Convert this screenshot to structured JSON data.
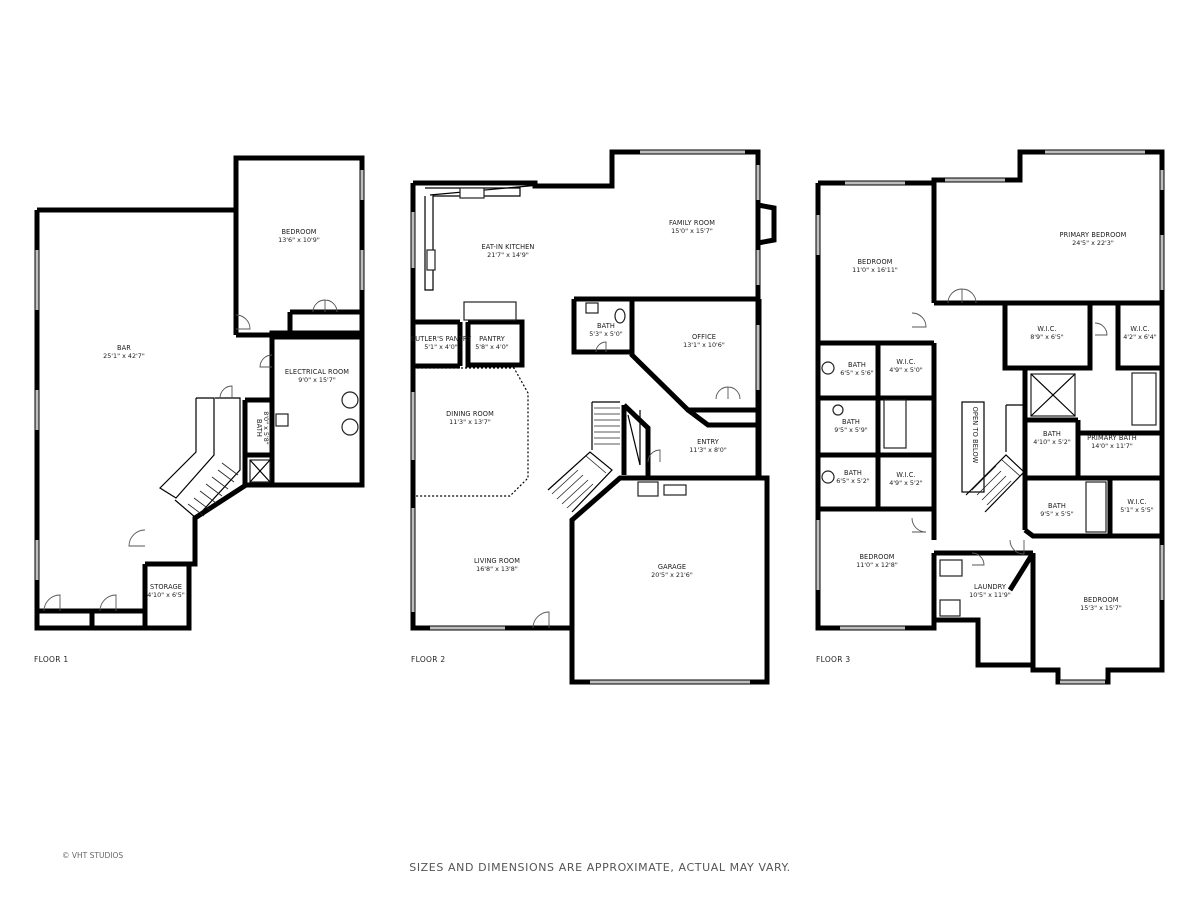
{
  "floors": [
    {
      "label": "FLOOR 1"
    },
    {
      "label": "FLOOR 2"
    },
    {
      "label": "FLOOR 3"
    }
  ],
  "rooms": {
    "f1_bar": {
      "name": "BAR",
      "dim": "25'1\" x 42'7\""
    },
    "f1_bedroom": {
      "name": "BEDROOM",
      "dim": "13'6\" x 10'9\""
    },
    "f1_electrical": {
      "name": "ELECTRICAL ROOM",
      "dim": "9'0\" x 15'7\""
    },
    "f1_bath": {
      "name": "BATH",
      "dim": "8'0\" x 5'8\""
    },
    "f1_storage": {
      "name": "STORAGE",
      "dim": "4'10\" x 6'5\""
    },
    "f2_kitchen": {
      "name": "EAT-IN KITCHEN",
      "dim": "21'7\" x 14'9\""
    },
    "f2_family": {
      "name": "FAMILY ROOM",
      "dim": "15'0\" x 15'7\""
    },
    "f2_butler": {
      "name": "BUTLER'S PANTRY",
      "dim": "5'1\" x 4'0\""
    },
    "f2_pantry": {
      "name": "PANTRY",
      "dim": "5'8\" x 4'0\""
    },
    "f2_bath": {
      "name": "BATH",
      "dim": "5'3\" x 5'0\""
    },
    "f2_office": {
      "name": "OFFICE",
      "dim": "13'1\" x 10'6\""
    },
    "f2_dining": {
      "name": "DINING ROOM",
      "dim": "11'3\" x 13'7\""
    },
    "f2_entry": {
      "name": "ENTRY",
      "dim": "11'3\" x 8'0\""
    },
    "f2_living": {
      "name": "LIVING ROOM",
      "dim": "16'8\" x 13'8\""
    },
    "f2_garage": {
      "name": "GARAGE",
      "dim": "20'5\" x 21'6\""
    },
    "f3_bedroom1": {
      "name": "BEDROOM",
      "dim": "11'0\" x 16'11\""
    },
    "f3_primary": {
      "name": "PRIMARY BEDROOM",
      "dim": "24'5\" x 22'3\""
    },
    "f3_wic1": {
      "name": "W.I.C.",
      "dim": "8'9\" x 6'5\""
    },
    "f3_wic2": {
      "name": "W.I.C.",
      "dim": "4'2\" x 6'4\""
    },
    "f3_bath1": {
      "name": "BATH",
      "dim": "6'5\" x 5'6\""
    },
    "f3_wic3": {
      "name": "W.I.C.",
      "dim": "4'9\" x 5'0\""
    },
    "f3_bath2": {
      "name": "BATH",
      "dim": "9'5\" x 5'9\""
    },
    "f3_bath3": {
      "name": "BATH",
      "dim": "6'5\" x 5'2\""
    },
    "f3_wic4": {
      "name": "W.I.C.",
      "dim": "4'9\" x 5'2\""
    },
    "f3_pbath_small": {
      "name": "BATH",
      "dim": "4'10\" x 5'2\""
    },
    "f3_primary_bath": {
      "name": "PRIMARY BATH",
      "dim": "14'0\" x 11'7\""
    },
    "f3_bath4": {
      "name": "BATH",
      "dim": "9'5\" x 5'5\""
    },
    "f3_wic5": {
      "name": "W.I.C.",
      "dim": "5'1\" x 5'5\""
    },
    "f3_bedroom2": {
      "name": "BEDROOM",
      "dim": "11'0\" x 12'8\""
    },
    "f3_laundry": {
      "name": "LAUNDRY",
      "dim": "10'5\" x 11'9\""
    },
    "f3_bedroom3": {
      "name": "BEDROOM",
      "dim": "15'3\" x 15'7\""
    }
  },
  "open_to_below": "OPEN TO BELOW",
  "footer": {
    "credit": "© VHT STUDIOS",
    "disclaimer": "SIZES AND DIMENSIONS ARE APPROXIMATE, ACTUAL MAY VARY."
  }
}
